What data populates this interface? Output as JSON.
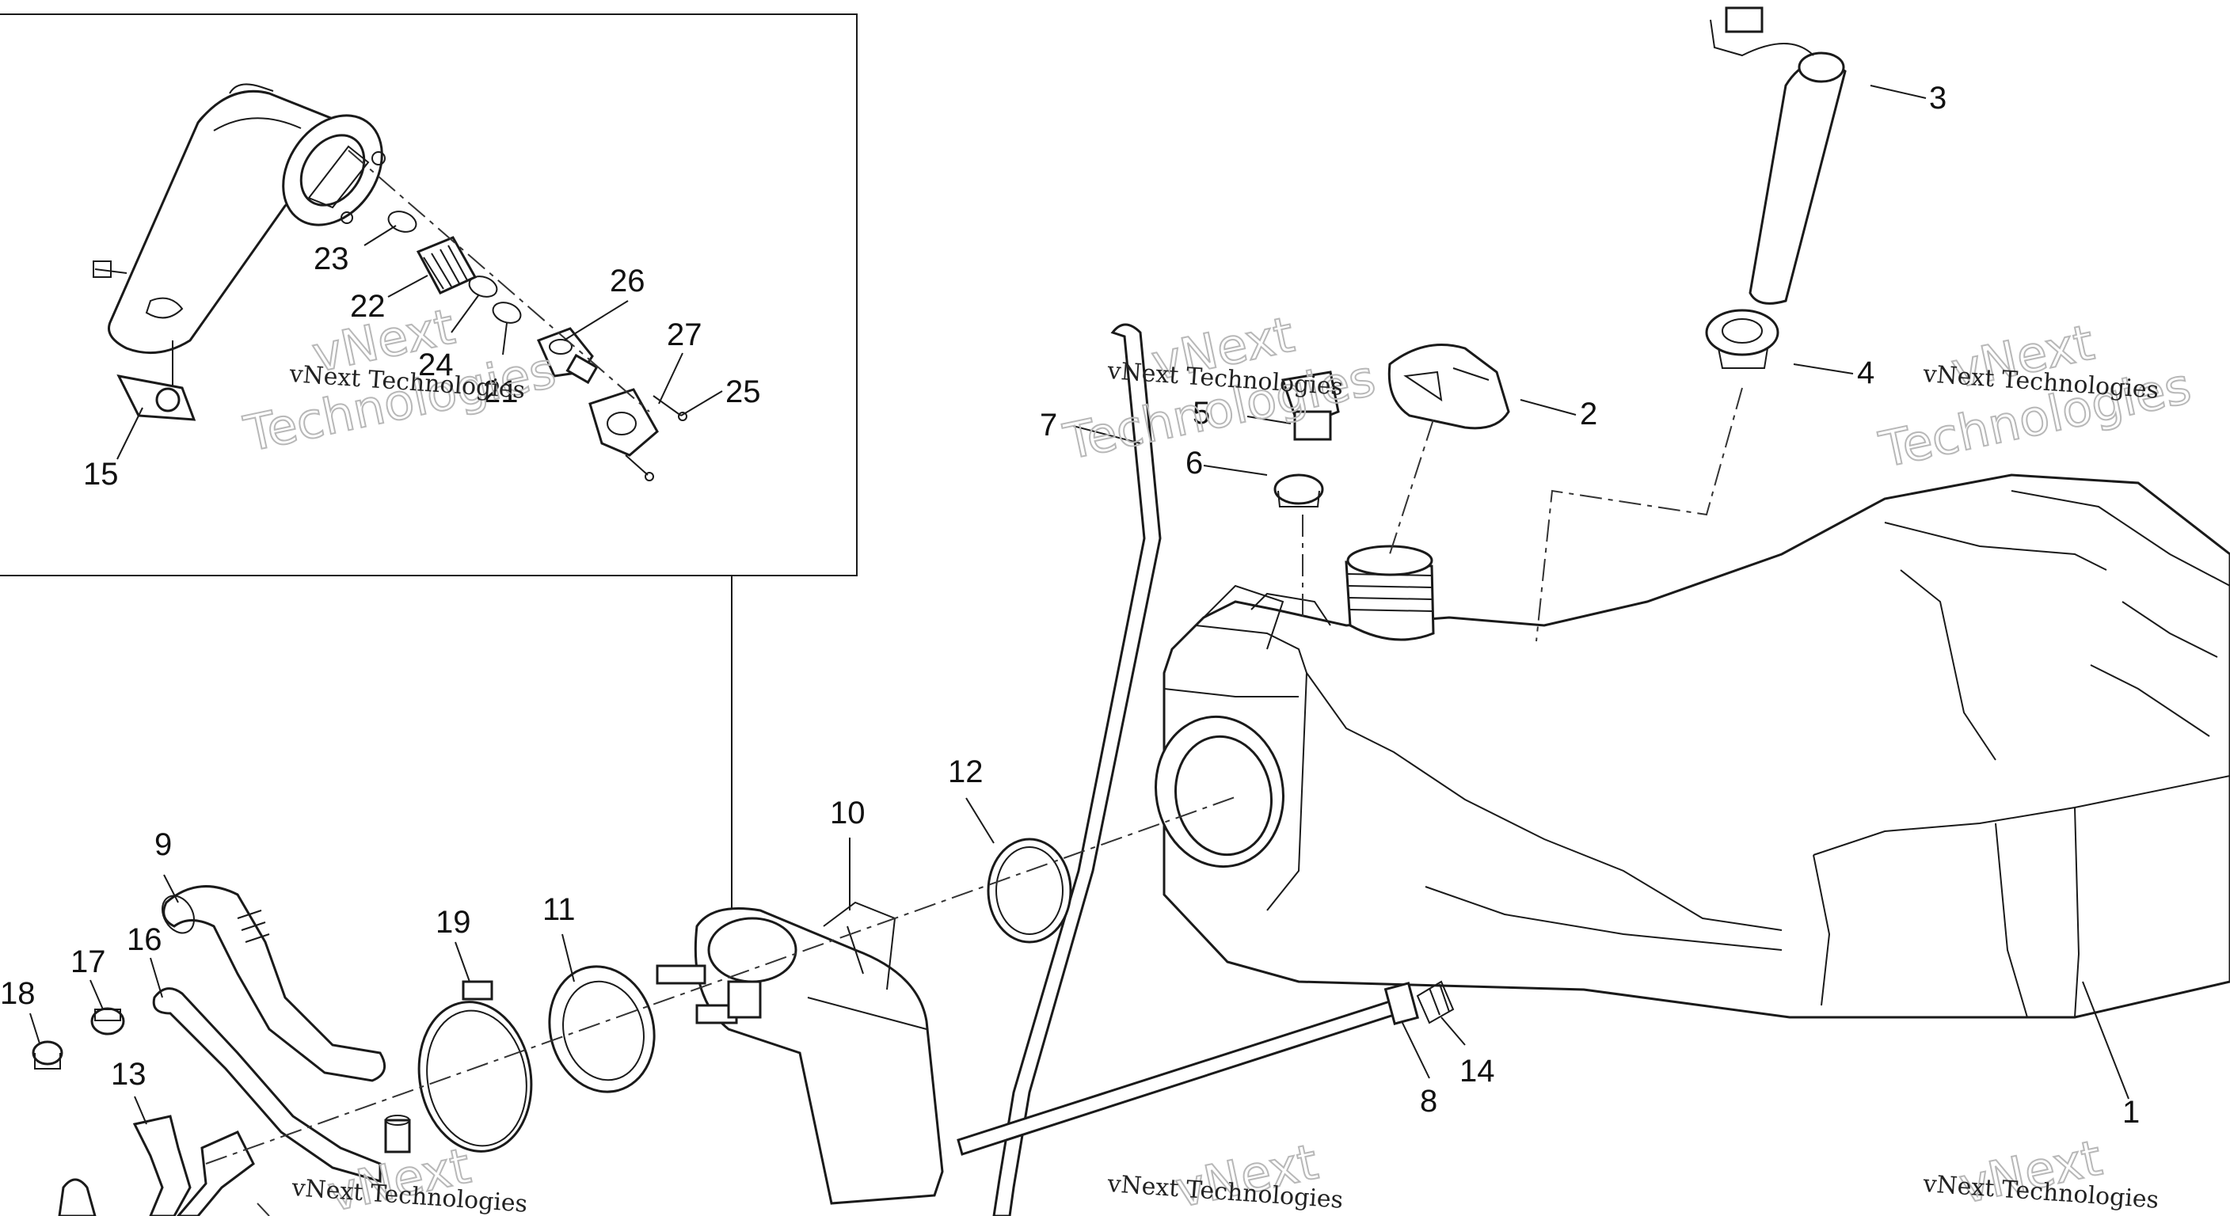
{
  "callouts": [
    "1",
    "2",
    "3",
    "4",
    "5",
    "6",
    "7",
    "8",
    "9",
    "10",
    "11",
    "12",
    "13",
    "14",
    "15",
    "16",
    "17",
    "18",
    "19",
    "21",
    "22",
    "23",
    "24",
    "25",
    "26",
    "27"
  ],
  "watermark": {
    "company": "vNext Technologies",
    "word1": "vNext",
    "word2": "Technologies"
  }
}
